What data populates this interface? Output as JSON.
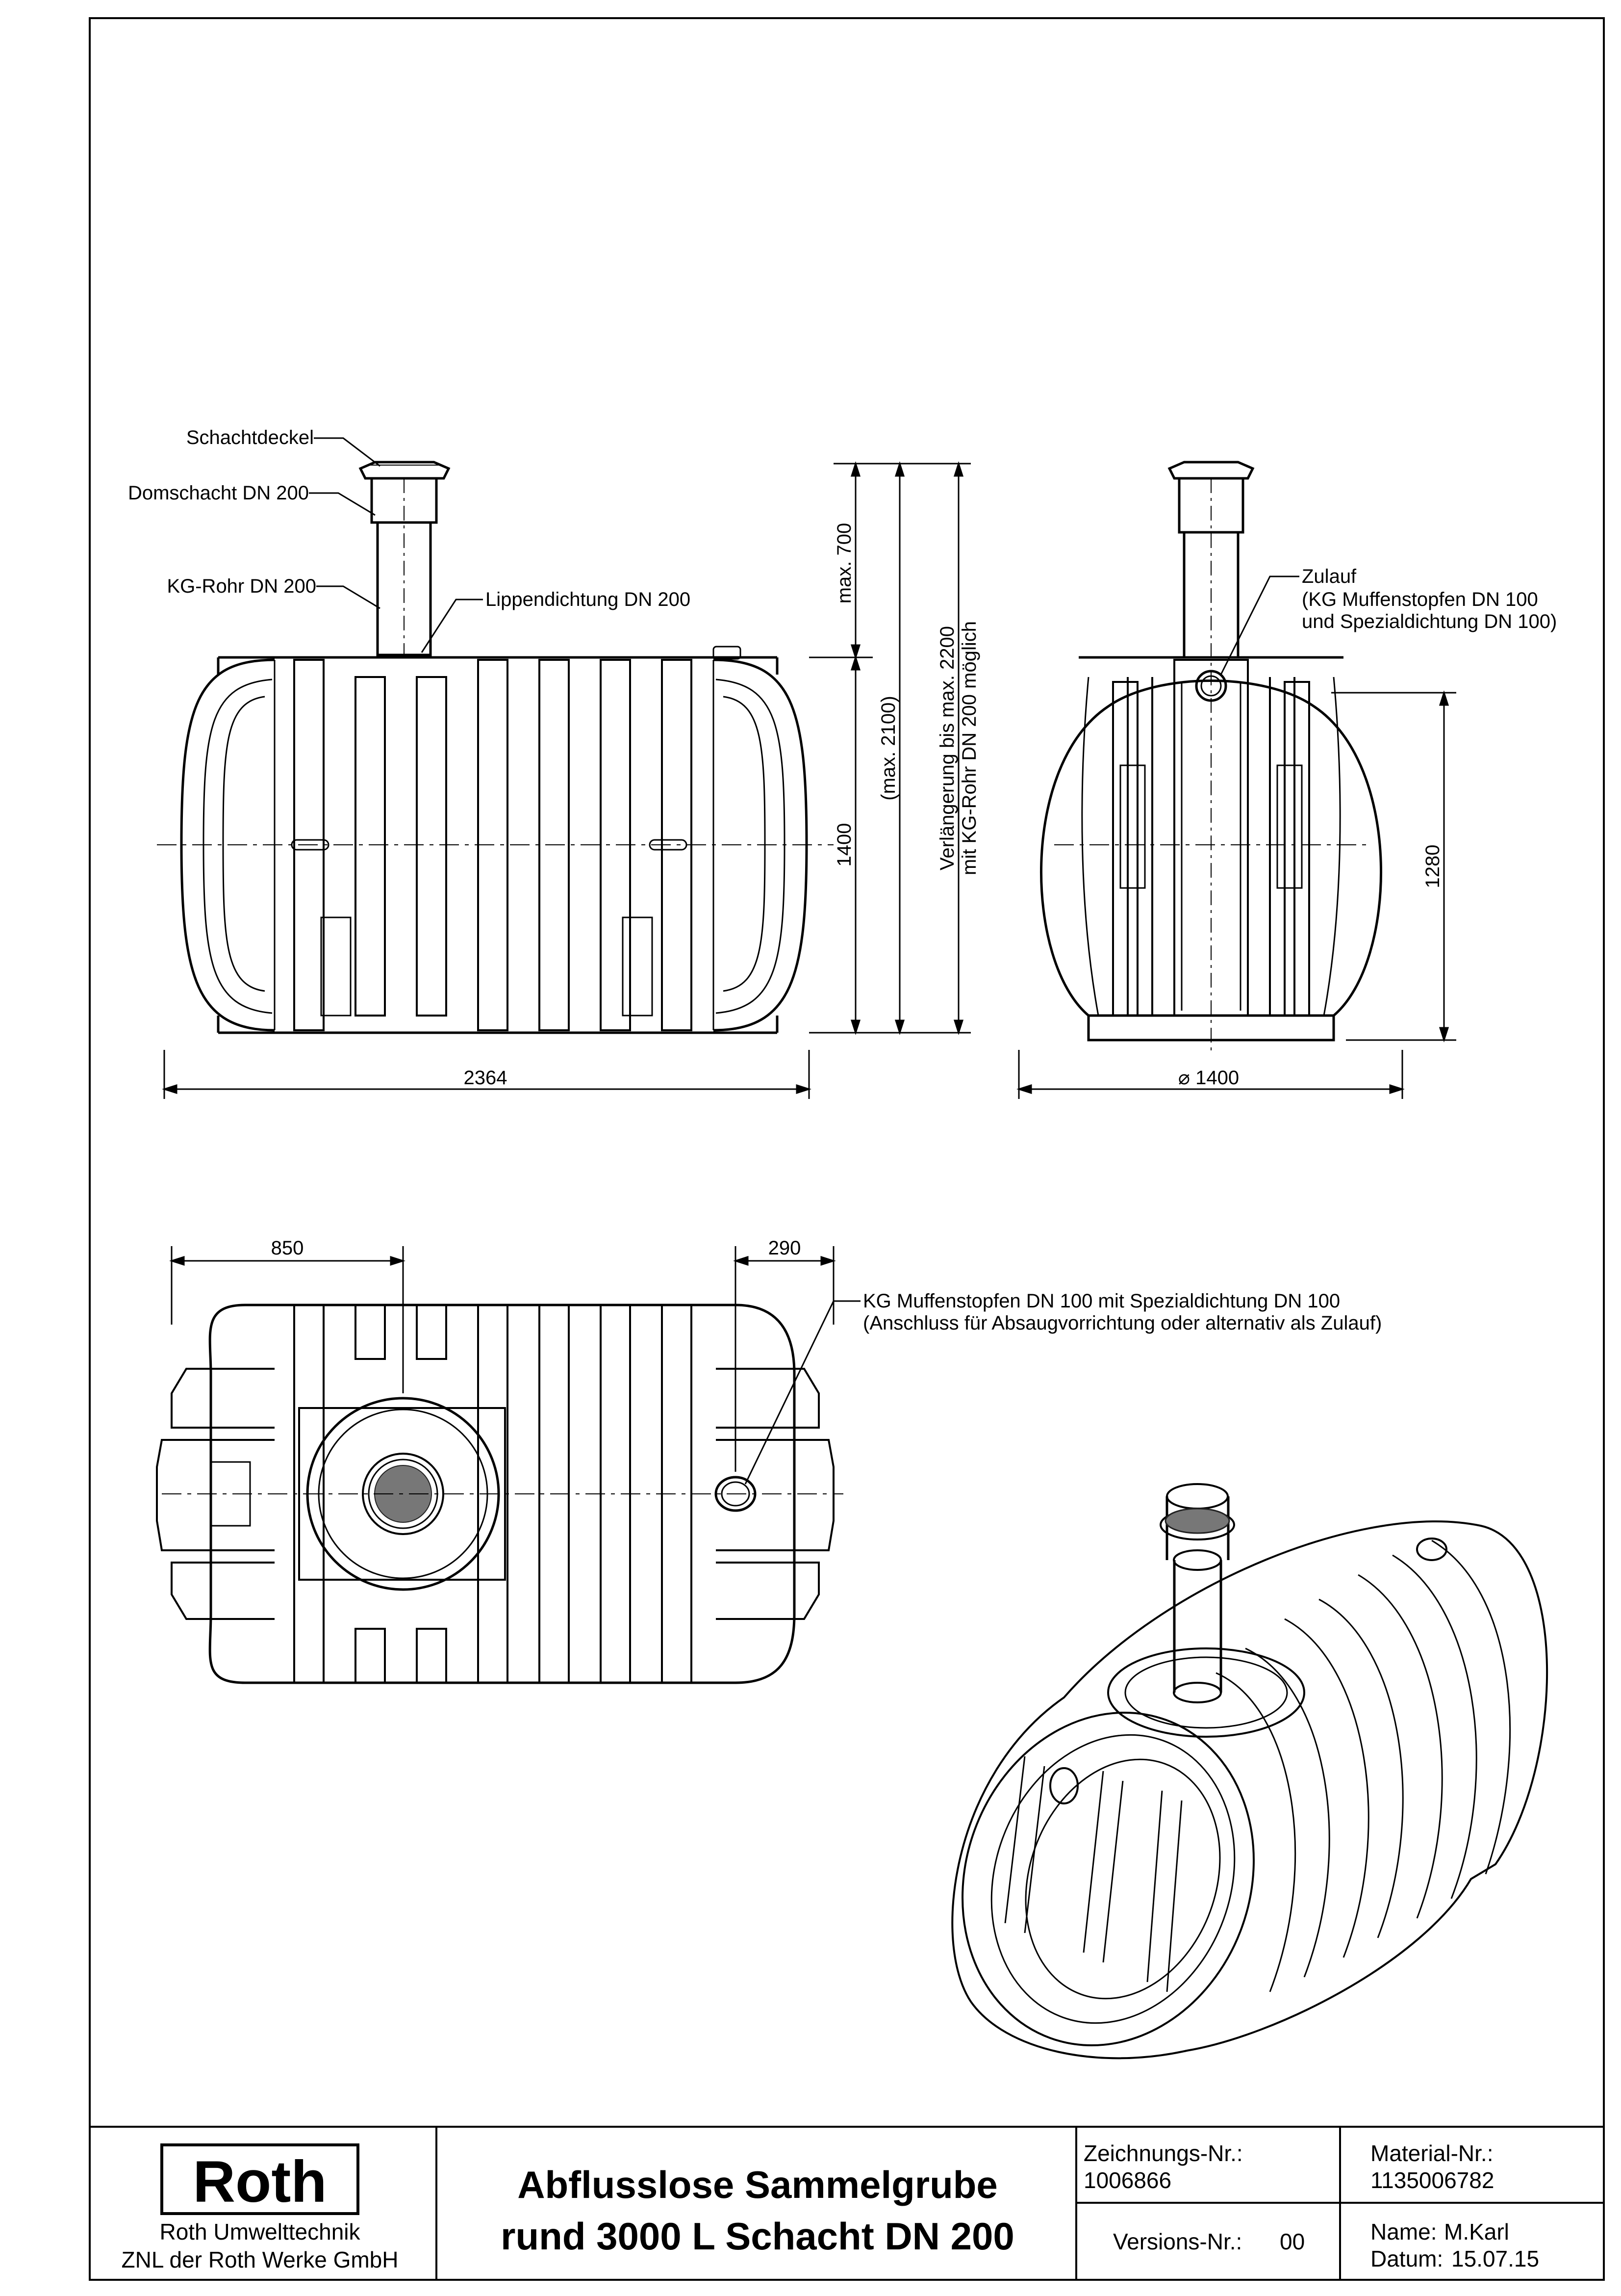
{
  "callouts": {
    "schachtdeckel": "Schachtdeckel",
    "domschacht": "Domschacht DN 200",
    "kg_rohr": "KG-Rohr DN 200",
    "lippendichtung": "Lippendichtung DN 200",
    "zulauf_line1": "Zulauf",
    "zulauf_line2": "(KG Muffenstopfen DN 100",
    "zulauf_line3": "und Spezialdichtung DN 100)",
    "muffenstopfen_line1": "KG Muffenstopfen DN 100 mit Spezialdichtung DN 100",
    "muffenstopfen_line2": "(Anschluss für Absaugvorrichtung oder alternativ als Zulauf)"
  },
  "dimensions": {
    "length": "2364",
    "height": "1400",
    "shaft_max": "max. 700",
    "total_max": "(max. 2100)",
    "extension_line1": "Verlängerung bis max. 2200",
    "extension_line2": "mit KG-Rohr DN 200 möglich",
    "side_height": "1280",
    "diameter": "⌀ 1400",
    "top_left": "850",
    "top_right": "290"
  },
  "title_block": {
    "company_logo": "Roth",
    "company_line1": "Roth Umwelttechnik",
    "company_line2": "ZNL der Roth Werke GmbH",
    "title_line1": "Abflusslose Sammelgrube",
    "title_line2": "rund 3000 L Schacht DN 200",
    "drawing_no_label": "Zeichnungs-Nr.:",
    "drawing_no": "1006866",
    "version_label": "Versions-Nr.:",
    "version": "00",
    "material_no_label": "Material-Nr.:",
    "material_no": "1135006782",
    "name_label": "Name:",
    "name": "M.Karl",
    "date_label": "Datum:",
    "date": "15.07.15"
  }
}
